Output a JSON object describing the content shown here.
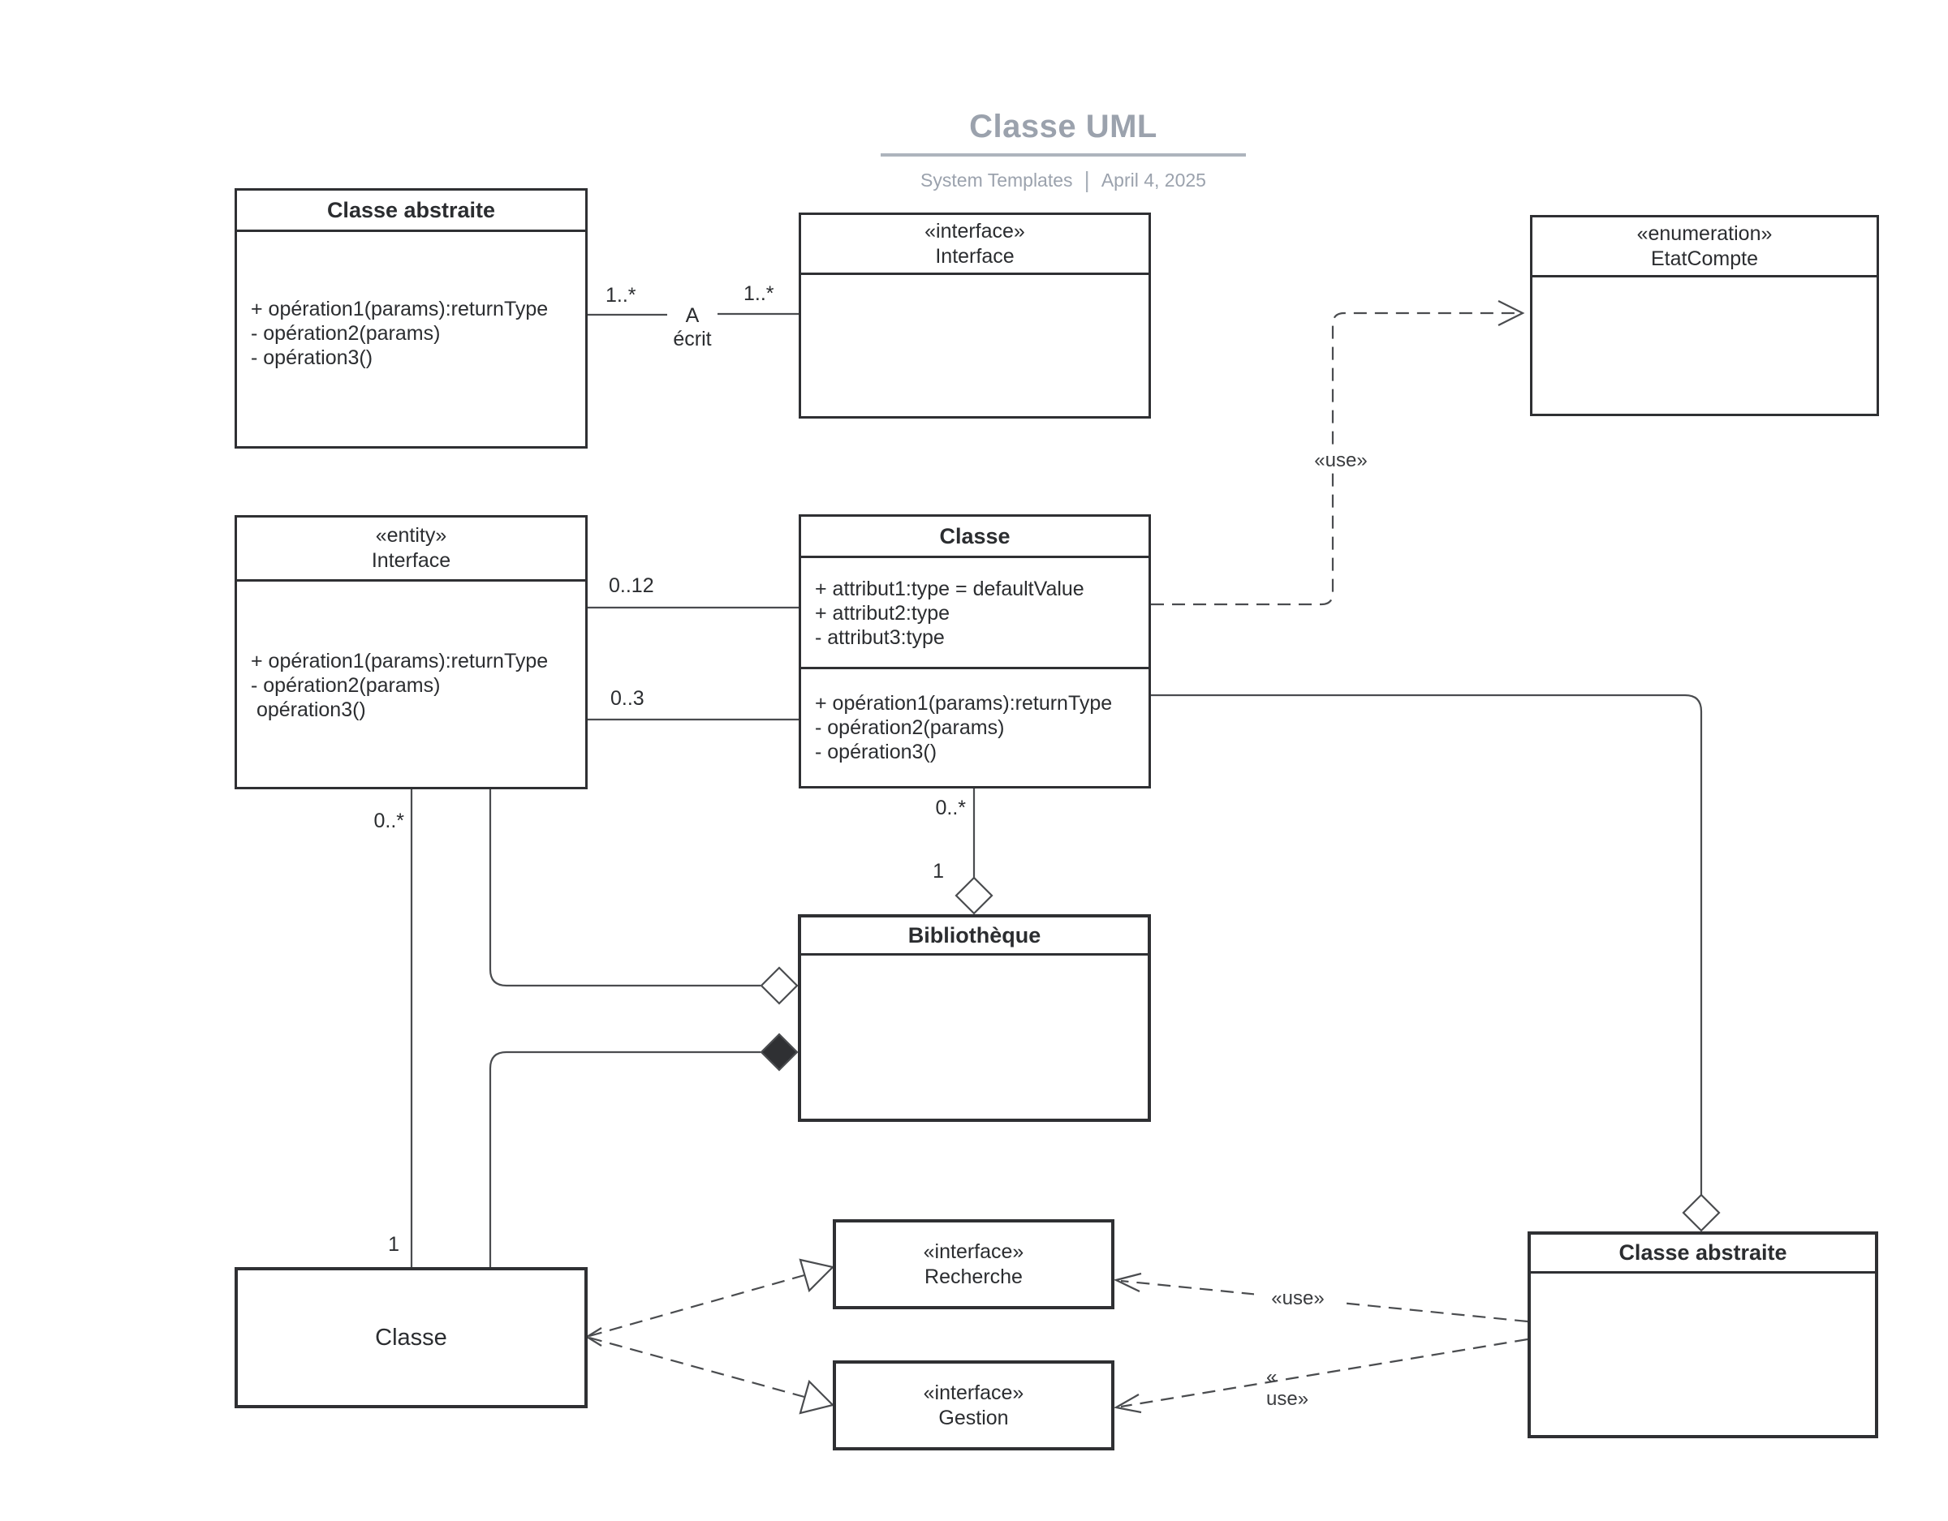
{
  "header": {
    "title": "Classe UML",
    "subtitle_left": "System Templates",
    "separator": "|",
    "subtitle_right": "April 4, 2025"
  },
  "boxes": {
    "abstract_top": {
      "title": "Classe abstraite",
      "operations": [
        "+ opération1(params):returnType",
        "- opération2(params)",
        "- opération3()"
      ]
    },
    "interface_top": {
      "stereotype": "«interface»",
      "name": "Interface"
    },
    "enumeration_top": {
      "stereotype": "«enumeration»",
      "name": "EtatCompte"
    },
    "entity_left": {
      "stereotype": "«entity»",
      "name": "Interface",
      "operations": [
        "+ opération1(params):returnType",
        "- opération2(params)",
        " opération3()"
      ]
    },
    "classe_center": {
      "title": "Classe",
      "attributes": [
        "+ attribut1:type = defaultValue",
        "+ attribut2:type",
        "- attribut3:type"
      ],
      "operations": [
        "+ opération1(params):returnType",
        "- opération2(params)",
        "- opération3()"
      ]
    },
    "bibliotheque": {
      "title": "Bibliothèque"
    },
    "recherche": {
      "stereotype": "«interface»",
      "name": "Recherche"
    },
    "gestion": {
      "stereotype": "«interface»",
      "name": "Gestion"
    },
    "classe_bottom": {
      "title": "Classe"
    },
    "abstract_bottom": {
      "title": "Classe abstraite"
    }
  },
  "labels": {
    "ecrit_assoc": {
      "left_mult": "1..*",
      "name_top": "A",
      "name_bottom": "écrit",
      "right_mult": "1..*"
    },
    "entity_classe_top": "0..12",
    "entity_classe_bottom": "0..3",
    "classe_biblio": {
      "near_classe": "0..*",
      "near_biblio": "1"
    },
    "entity_classebottom": {
      "near_entity": "0..*",
      "near_classe": "1"
    },
    "use_enum": "«use»",
    "use_recherche": "«use»",
    "use_gestion_line1": "«",
    "use_gestion_line2": "use»"
  },
  "colors": {
    "title_gray": "#9ba2ad",
    "box_border": "#2f3033",
    "connector": "#4a4c4f",
    "text": "#2b2d30"
  }
}
